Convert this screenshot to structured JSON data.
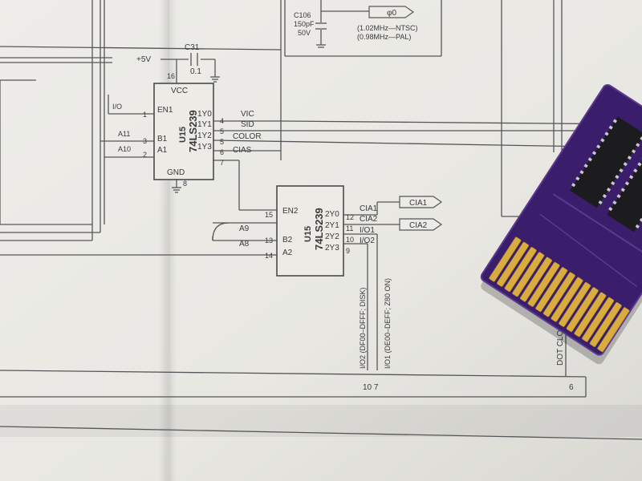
{
  "chip_u15a": {
    "ref": "U15",
    "part": "74LS239",
    "vcc": "VCC",
    "gnd": "GND",
    "pin_vcc": "16",
    "pin_gnd": "8",
    "inputs": [
      {
        "pin": "1",
        "label": "EN1"
      },
      {
        "pin": "3",
        "label": "B1"
      },
      {
        "pin": "2",
        "label": "A1"
      }
    ],
    "outputs": [
      {
        "pin": "4",
        "label": "1Y0",
        "signal": "VIC"
      },
      {
        "pin": "5",
        "label": "1Y1",
        "signal": "SID"
      },
      {
        "pin": "5",
        "label": "1Y2",
        "signal": "COLOR"
      },
      {
        "pin": "6",
        "label": "1Y3",
        "signal": "CIAS"
      }
    ],
    "pin_7": "7",
    "input_signals": [
      "I/O",
      "A11",
      "A10"
    ]
  },
  "chip_u15b": {
    "ref": "U15",
    "part": "74LS239",
    "inputs": [
      {
        "pin": "15",
        "label": "EN2"
      },
      {
        "pin": "13",
        "label": "B2"
      },
      {
        "pin": "14",
        "label": "A2"
      }
    ],
    "input_signals": [
      "A9",
      "A8"
    ],
    "outputs": [
      {
        "pin": "12",
        "label": "2Y0",
        "signal": "CIA1"
      },
      {
        "pin": "11",
        "label": "2Y1",
        "signal": "CIA2"
      },
      {
        "pin": "10",
        "label": "2Y2",
        "signal": "I/O1"
      },
      {
        "pin": "9",
        "label": "2Y3",
        "signal": "I/O2"
      }
    ],
    "offpage": [
      "CIA1",
      "CIA2"
    ]
  },
  "capacitor_c31": {
    "ref": "C31",
    "value": "0.1",
    "supply": "+5V"
  },
  "capacitor_c106": {
    "ref": "C106",
    "value": "150pF",
    "voltage": "50V"
  },
  "clock": {
    "symbol": "φ0",
    "ntsc": "(1.02MHz—NTSC)",
    "pal": "(0.98MHz—PAL)"
  },
  "vertical_notes": {
    "io2": "I/O2 (DF00–DFFF; DISK)",
    "io1": "I/O1 (DE00–DEFF; Z80 ON)",
    "dot_clock": "DOT CLOCK"
  },
  "bottom_pins": {
    "left": "10 7",
    "right": "6"
  },
  "colors": {
    "paper": "#ecebe6",
    "ink": "#3a3a3c",
    "pcb": "#3b1e6b",
    "pcb_edge": "#5a3a90",
    "gold": "#d9ac3f",
    "ic": "#1c1c1e"
  }
}
